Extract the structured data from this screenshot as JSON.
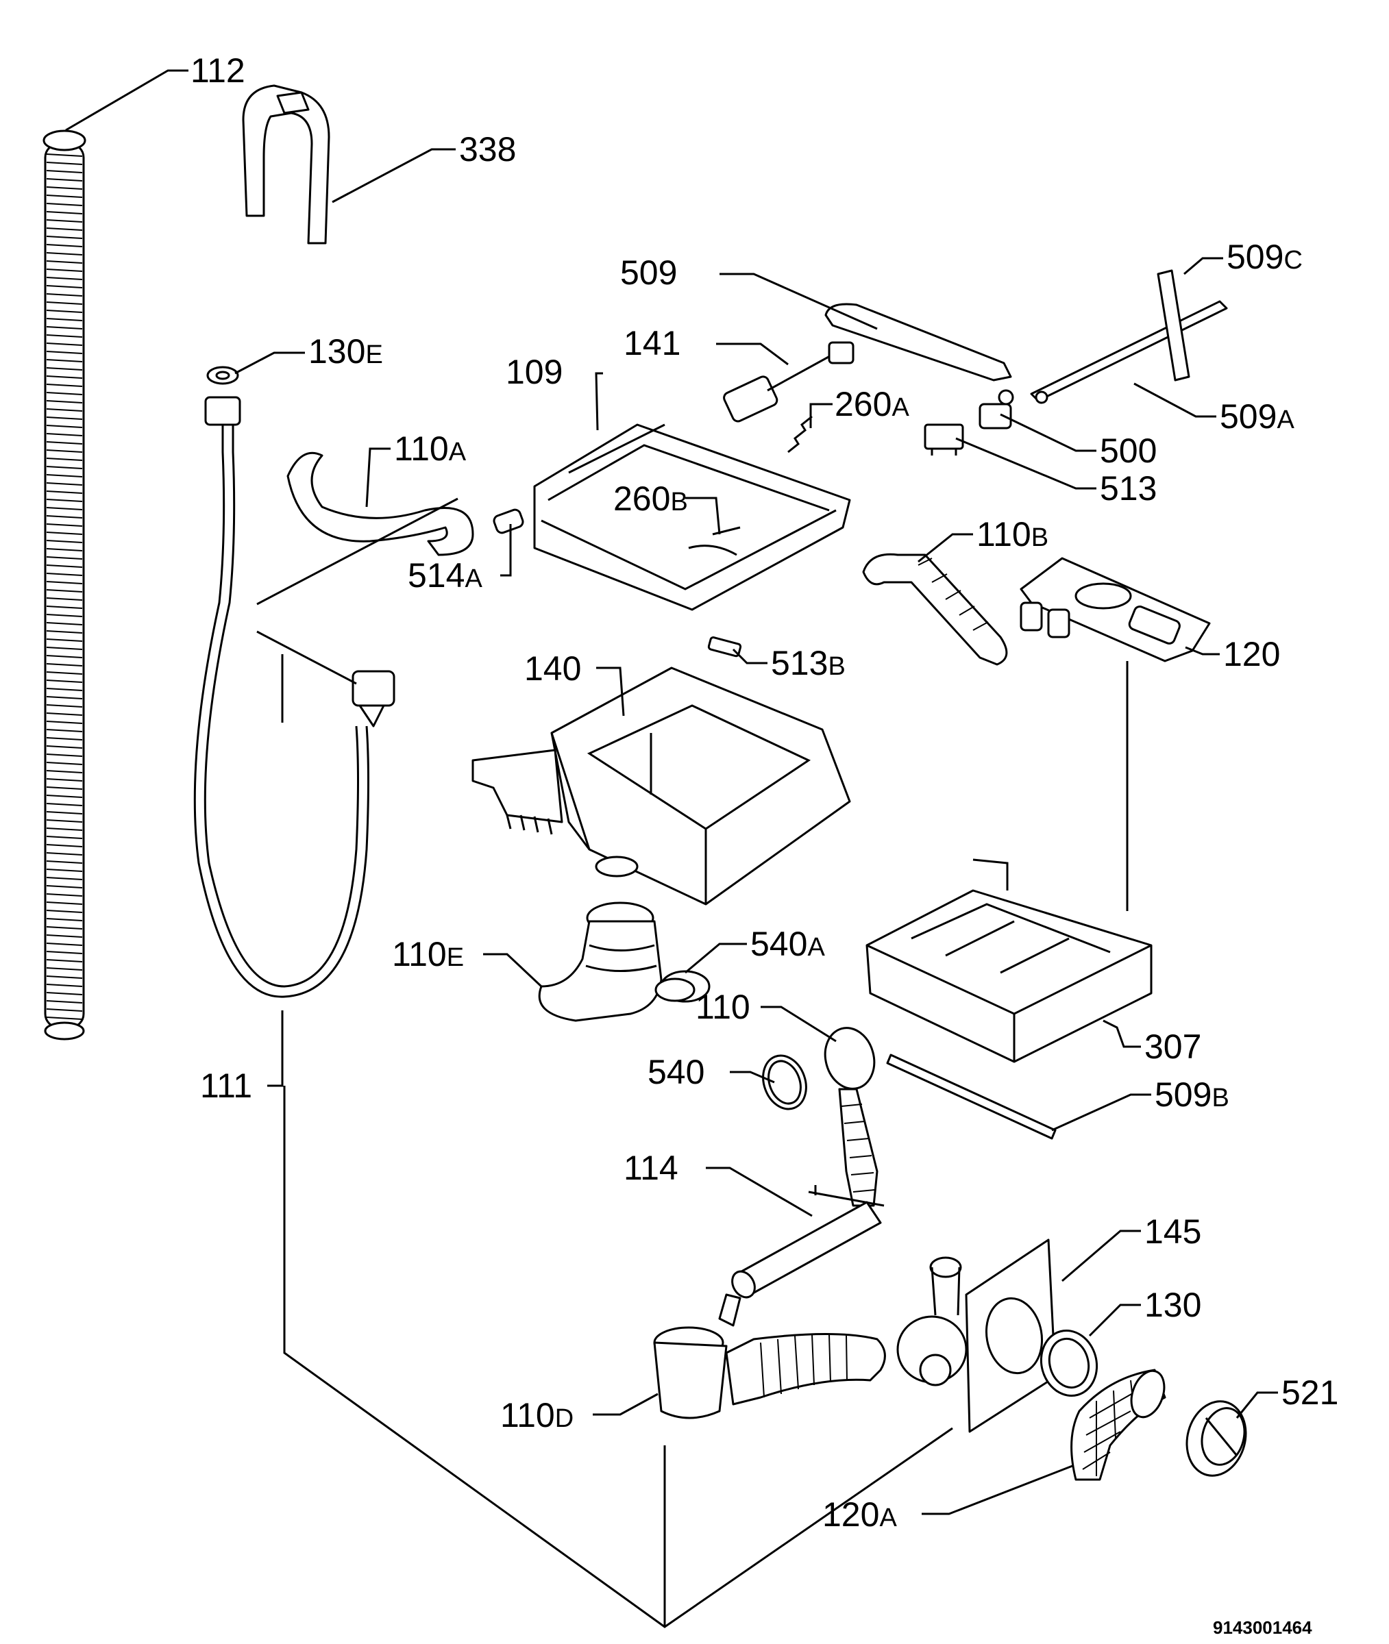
{
  "drawing_code": "9143001464",
  "parts": {
    "p112": {
      "num": "112",
      "sfx": ""
    },
    "p338": {
      "num": "338",
      "sfx": ""
    },
    "p509": {
      "num": "509",
      "sfx": ""
    },
    "p509c": {
      "num": "509",
      "sfx": "C"
    },
    "p141": {
      "num": "141",
      "sfx": ""
    },
    "p130e": {
      "num": "130",
      "sfx": "E"
    },
    "p109": {
      "num": "109",
      "sfx": ""
    },
    "p260a": {
      "num": "260",
      "sfx": "A"
    },
    "p509a": {
      "num": "509",
      "sfx": "A"
    },
    "p110a": {
      "num": "110",
      "sfx": "A"
    },
    "p500": {
      "num": "500",
      "sfx": ""
    },
    "p513": {
      "num": "513",
      "sfx": ""
    },
    "p260b": {
      "num": "260",
      "sfx": "B"
    },
    "p110b": {
      "num": "110",
      "sfx": "B"
    },
    "p514a": {
      "num": "514",
      "sfx": "A"
    },
    "p120": {
      "num": "120",
      "sfx": ""
    },
    "p513b": {
      "num": "513",
      "sfx": "B"
    },
    "p140": {
      "num": "140",
      "sfx": ""
    },
    "p110e": {
      "num": "110",
      "sfx": "E"
    },
    "p540a": {
      "num": "540",
      "sfx": "A"
    },
    "p110": {
      "num": "110",
      "sfx": ""
    },
    "p307": {
      "num": "307",
      "sfx": ""
    },
    "p540": {
      "num": "540",
      "sfx": ""
    },
    "p111": {
      "num": "111",
      "sfx": ""
    },
    "p509b": {
      "num": "509",
      "sfx": "B"
    },
    "p114": {
      "num": "114",
      "sfx": ""
    },
    "p145": {
      "num": "145",
      "sfx": ""
    },
    "p130": {
      "num": "130",
      "sfx": ""
    },
    "p521": {
      "num": "521",
      "sfx": ""
    },
    "p110d": {
      "num": "110",
      "sfx": "D"
    },
    "p120a": {
      "num": "120",
      "sfx": "A"
    }
  }
}
